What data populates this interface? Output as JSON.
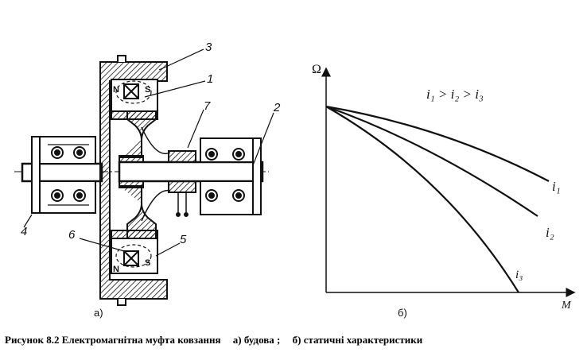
{
  "figure_a": {
    "sublabel": "а)",
    "callouts": {
      "c1": "1",
      "c2": "2",
      "c3": "3",
      "c4": "4",
      "c5": "5",
      "c6": "6",
      "c7": "7"
    },
    "pole_letters": {
      "n_top": "N",
      "s_top": "S",
      "n_bottom": "N",
      "s_bottom": "S"
    }
  },
  "figure_b": {
    "sublabel": "б)",
    "y_label": "Ω",
    "x_label": "M",
    "inequality": "i₁ > i₂ > i₃",
    "curve_labels": [
      "i₁",
      "i₂",
      "i₃"
    ]
  },
  "caption": {
    "title": "Рисунок 8.2 Електромагнітна муфта ковзання",
    "part_a": "а) будова ;",
    "part_b": "б) статичні характеристики"
  }
}
